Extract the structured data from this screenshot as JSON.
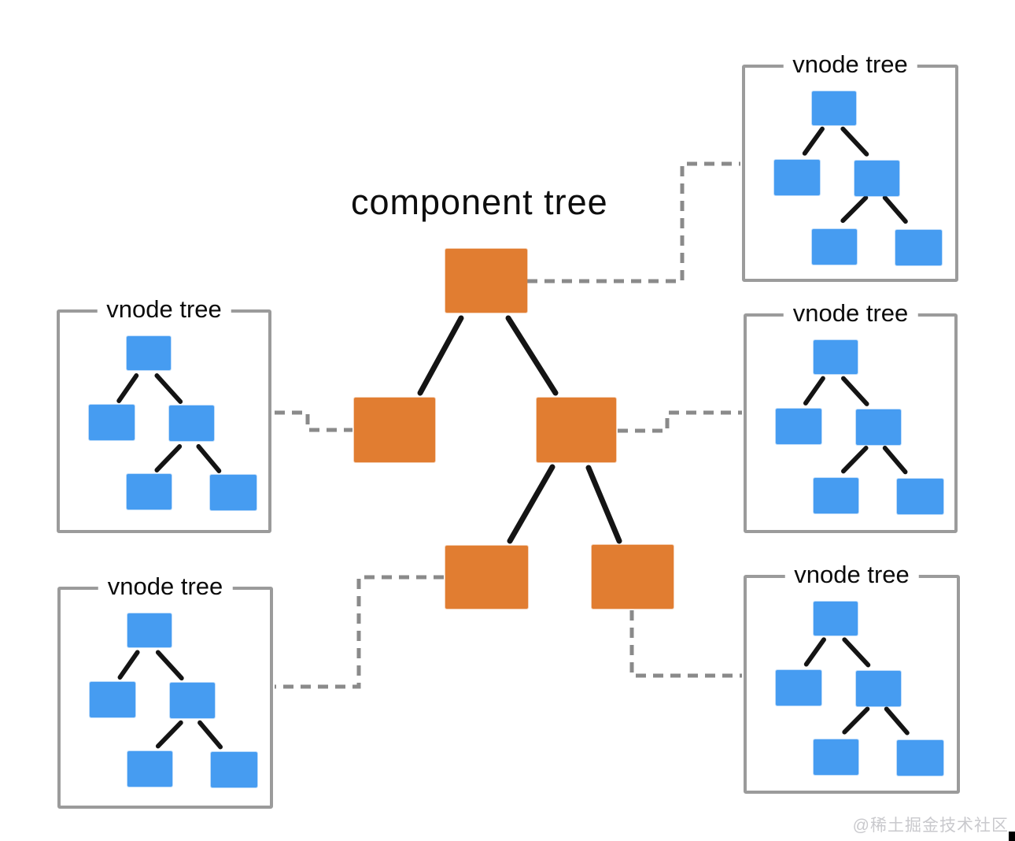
{
  "title": "component tree",
  "watermark": "@稀土掘金技术社区",
  "colors": {
    "component_node": "#E17D31",
    "vnode_node": "#469CF1",
    "tree_box_border": "#9B9B9B",
    "solid_edge": "#141414",
    "dashed_connector": "#8A8A8A",
    "watermark_text": "#C9C9CD",
    "background": "#FFFFFF"
  },
  "component_tree": {
    "title": "component tree",
    "node_count": 5,
    "structure": "root with two children; right child has two children (bottom-left and bottom-right)"
  },
  "vnode_trees": [
    {
      "id": "top-right",
      "label": "vnode tree",
      "node_count": 5,
      "structure": "root with two children; right child has two children"
    },
    {
      "id": "middle-left",
      "label": "vnode tree",
      "node_count": 5,
      "structure": "root with two children; right child has two children"
    },
    {
      "id": "middle-right",
      "label": "vnode tree",
      "node_count": 5,
      "structure": "root with two children; right child has two children"
    },
    {
      "id": "bottom-left",
      "label": "vnode tree",
      "node_count": 5,
      "structure": "root with two children; right child has two children"
    },
    {
      "id": "bottom-right",
      "label": "vnode tree",
      "node_count": 5,
      "structure": "root with two children; right child has two children"
    }
  ],
  "connections": [
    {
      "from": "component-root",
      "to": "vnode-tree-top-right"
    },
    {
      "from": "component-left-child",
      "to": "vnode-tree-middle-left"
    },
    {
      "from": "component-right-child",
      "to": "vnode-tree-middle-right"
    },
    {
      "from": "component-bottom-left",
      "to": "vnode-tree-bottom-left"
    },
    {
      "from": "component-bottom-right",
      "to": "vnode-tree-bottom-right"
    }
  ]
}
